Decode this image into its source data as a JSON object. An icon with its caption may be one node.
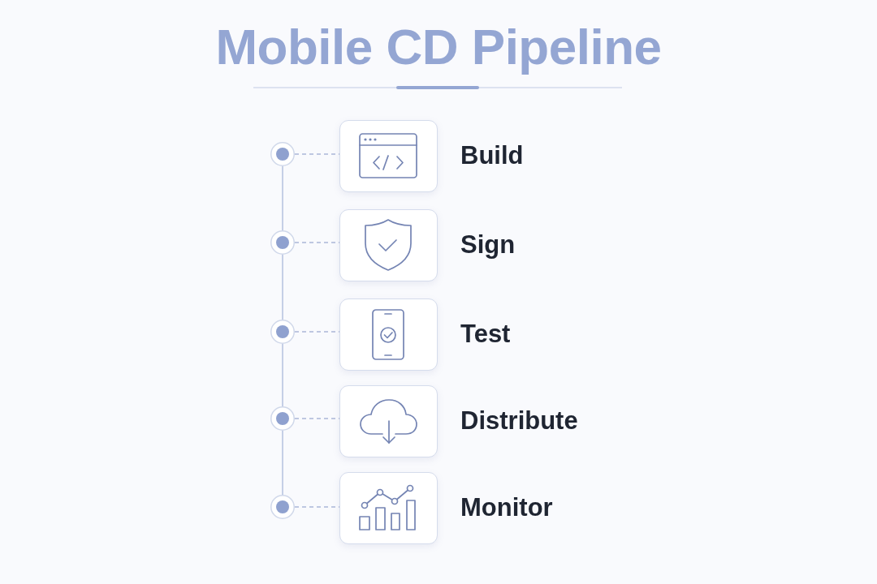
{
  "diagram": {
    "title": "Mobile CD Pipeline",
    "nodes": [
      {
        "text": [],
        "shape": "circle"
      },
      {
        "text": [
          "Build"
        ]
      },
      {
        "text": [],
        "shape": "circle"
      },
      {
        "text": [
          "Sign"
        ]
      },
      {
        "text": [],
        "shape": "circle"
      },
      {
        "text": [
          "Test"
        ]
      },
      {
        "text": [],
        "shape": "circle"
      },
      {
        "text": [
          "Distribute"
        ]
      },
      {
        "text": [],
        "shape": "circle"
      },
      {
        "text": [
          "Monitor"
        ]
      }
    ],
    "edges": [
      {
        "from": 0,
        "to": 1,
        "arrow": "none",
        "style": "dashed"
      },
      {
        "from": 0,
        "to": 2,
        "arrow": "none"
      },
      {
        "from": 2,
        "to": 3,
        "arrow": "none",
        "style": "dashed"
      },
      {
        "from": 2,
        "to": 4,
        "arrow": "none"
      },
      {
        "from": 4,
        "to": 5,
        "arrow": "none",
        "style": "dashed"
      },
      {
        "from": 4,
        "to": 6,
        "arrow": "none"
      },
      {
        "from": 6,
        "to": 7,
        "arrow": "none",
        "style": "dashed"
      },
      {
        "from": 6,
        "to": 8,
        "arrow": "none"
      },
      {
        "from": 8,
        "to": 9,
        "arrow": "none",
        "style": "dashed"
      }
    ]
  }
}
